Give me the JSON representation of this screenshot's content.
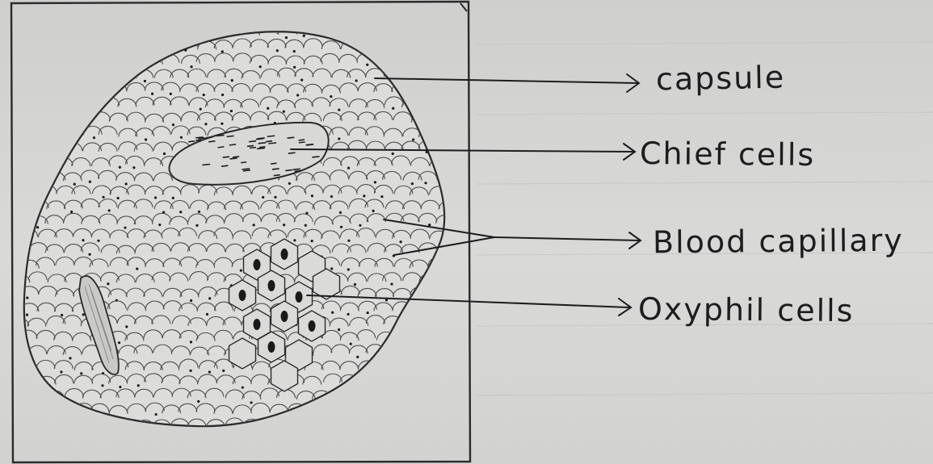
{
  "labels": {
    "capsule": "capsule",
    "chief_cells": "Chief cells",
    "blood_capillary": "Blood capillary",
    "oxyphil_cells": "Oxyphil cells"
  },
  "colors": {
    "ink": "#2a2a2c",
    "pencil": "#4a4a4c",
    "paper": "#d4d4d2",
    "nucleus": "#1a1a1a"
  }
}
